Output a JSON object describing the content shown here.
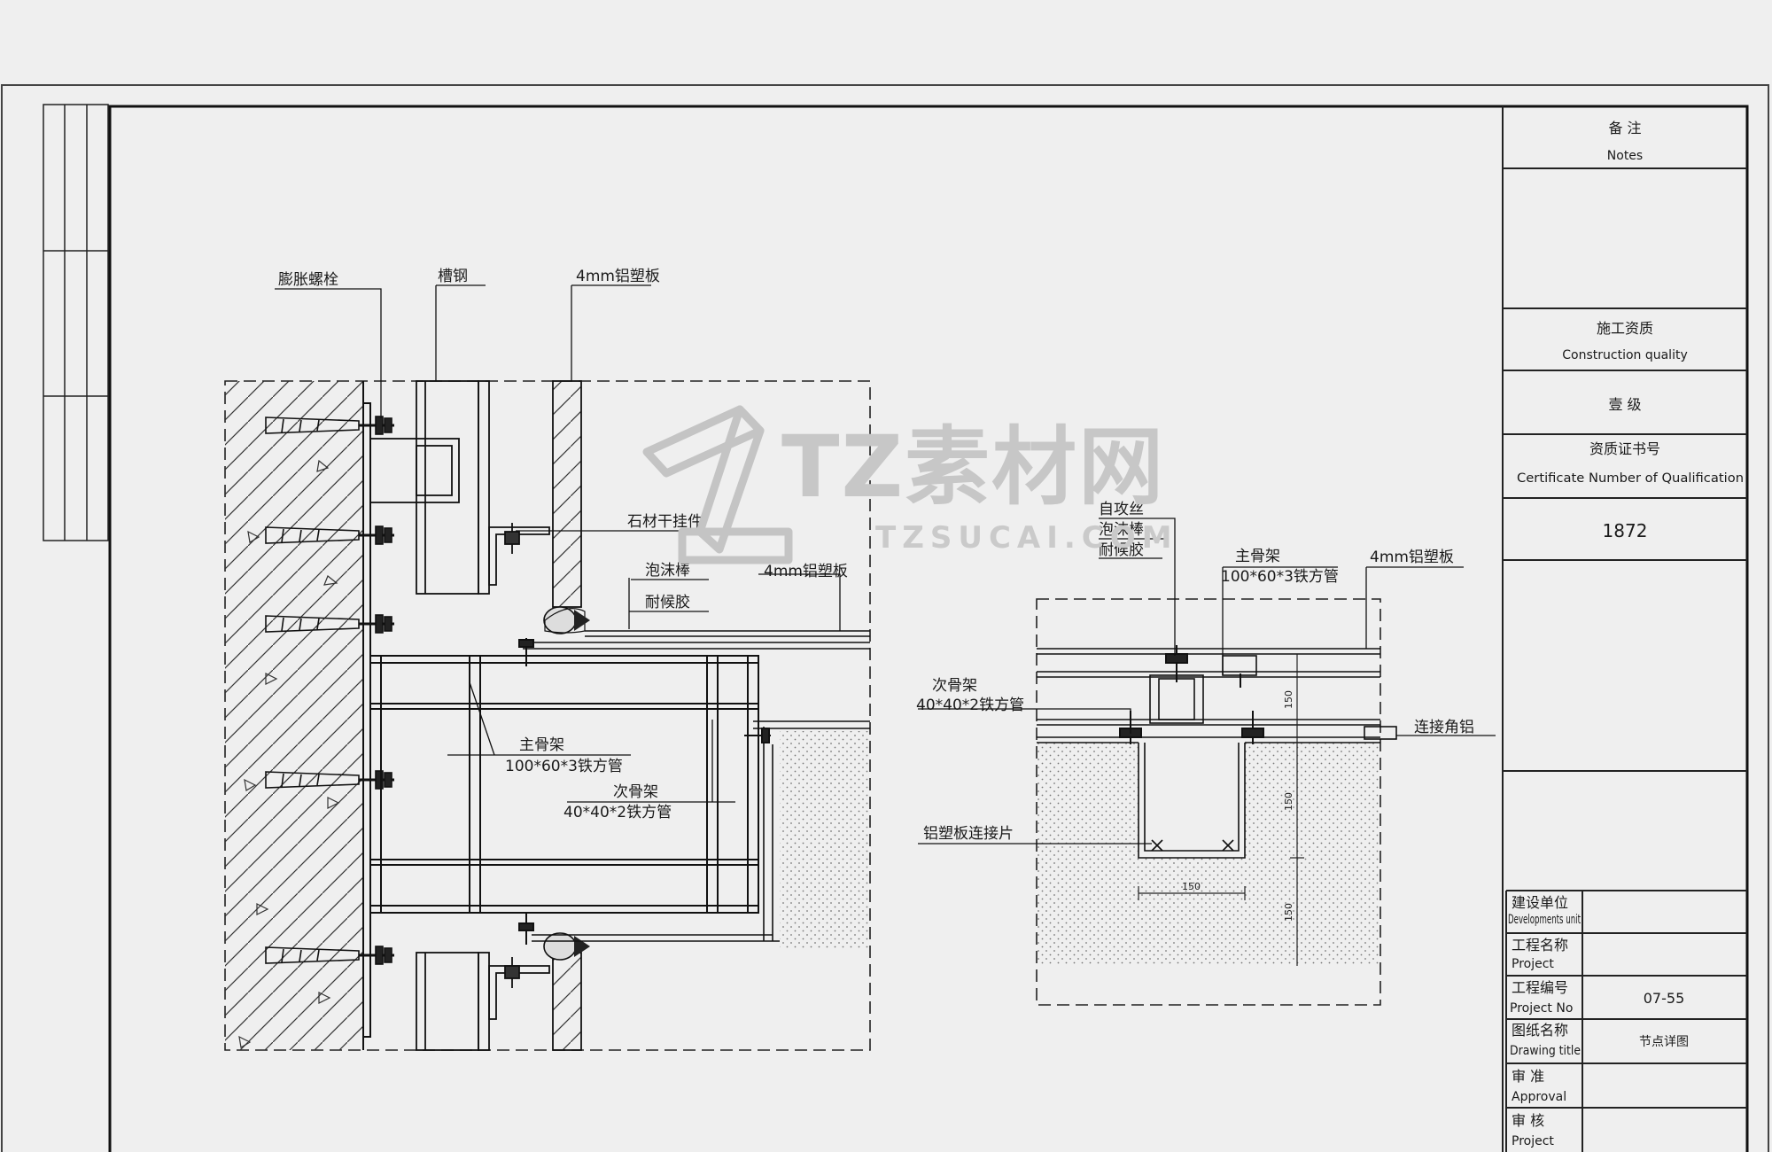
{
  "left_detail": {
    "labels": {
      "expansion_bolt": "膨胀螺栓",
      "channel_steel": "槽钢",
      "panel_top": "4mm铝塑板",
      "stone_hanger": "石材干挂件",
      "foam_rod": "泡沫棒",
      "panel_mid": "4mm铝塑板",
      "sealant": "耐候胶",
      "main_frame": "主骨架",
      "main_frame_spec": "100*60*3铁方管",
      "sub_frame": "次骨架",
      "sub_frame_spec": "40*40*2铁方管"
    }
  },
  "right_detail": {
    "labels": {
      "screw": "自攻丝",
      "foam_rod": "泡沫棒",
      "sealant": "耐候胶",
      "main_frame": "主骨架",
      "main_frame_spec": "100*60*3铁方管",
      "panel": "4mm铝塑板",
      "sub_frame": "次骨架",
      "sub_frame_spec": "40*40*2铁方管",
      "angle_aluminum": "连接角铝",
      "panel_connector": "铝塑板连接片"
    },
    "dims": [
      "150",
      "150",
      "150",
      "150"
    ]
  },
  "watermark": {
    "brand": "TZ素材网",
    "url": "TZSUCAI.COM"
  },
  "title_block": {
    "notes_cn": "备 注",
    "notes_en": "Notes",
    "quality_cn": "施工资质",
    "quality_en": "Construction quality",
    "grade_cn": "壹 级",
    "cert_cn": "资质证书号",
    "cert_en": "Certificate Number of Qualification",
    "cert_no": "1872",
    "rows": [
      {
        "cn": "建设单位",
        "en": "Developments unit",
        "value": ""
      },
      {
        "cn": "工程名称",
        "en": "Project",
        "value": ""
      },
      {
        "cn": "工程编号",
        "en": "Project No",
        "value": "07-55"
      },
      {
        "cn": "图纸名称",
        "en": "Drawing title",
        "value": "节点详图"
      },
      {
        "cn": "审 准",
        "en": "Approval",
        "value": ""
      },
      {
        "cn": "审 核",
        "en": "Project",
        "value": ""
      }
    ]
  }
}
